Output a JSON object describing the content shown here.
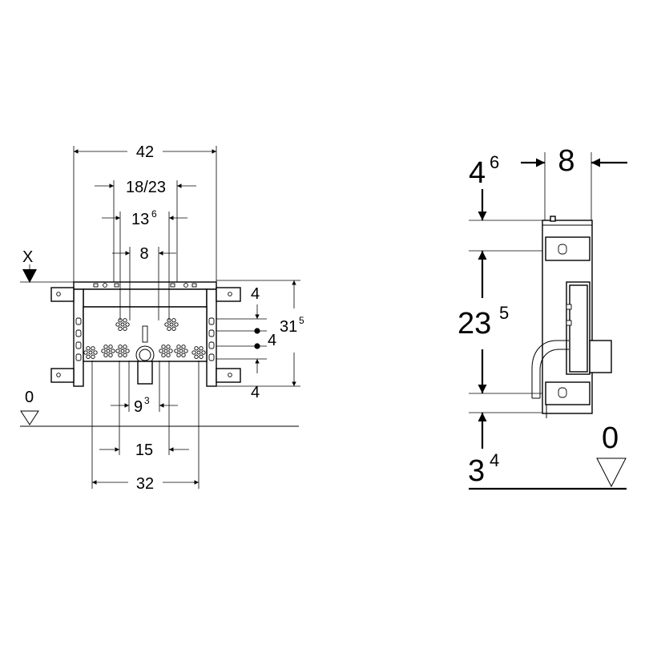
{
  "front_view": {
    "dims": {
      "w42": "42",
      "w18_23": "18/23",
      "w13": "13",
      "w13_sup": "6",
      "w8": "8",
      "w9": "9",
      "w9_sup": "3",
      "w15": "15",
      "w32": "32",
      "h4_top": "4",
      "h4_mid": "4",
      "h4_bot": "4",
      "h31": "31",
      "h31_sup": "5"
    },
    "x_label": "X",
    "floor_label": "0"
  },
  "side_view": {
    "dims": {
      "d4": "4",
      "d4_sup": "6",
      "d8": "8",
      "h23": "23",
      "h23_sup": "5",
      "h3": "3",
      "h3_sup": "4"
    },
    "floor_label": "0"
  }
}
